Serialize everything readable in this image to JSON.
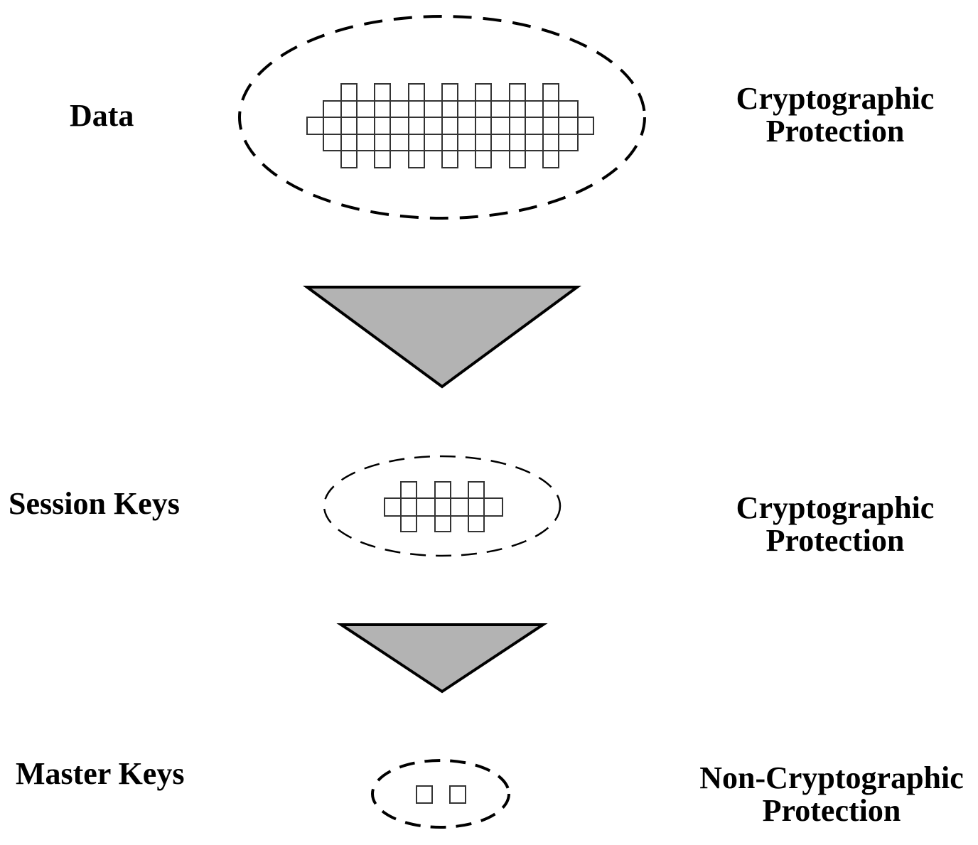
{
  "levels": [
    {
      "name": "Data",
      "protection": [
        "Cryptographic",
        "Protection"
      ]
    },
    {
      "name": "Session Keys",
      "protection": [
        "Cryptographic",
        "Protection"
      ]
    },
    {
      "name": "Master Keys",
      "protection": [
        "Non-Cryptographic",
        "Protection"
      ]
    }
  ],
  "colors": {
    "line": "#000000",
    "block_outline": "#333333",
    "arrow_fill": "#b3b3b3"
  }
}
